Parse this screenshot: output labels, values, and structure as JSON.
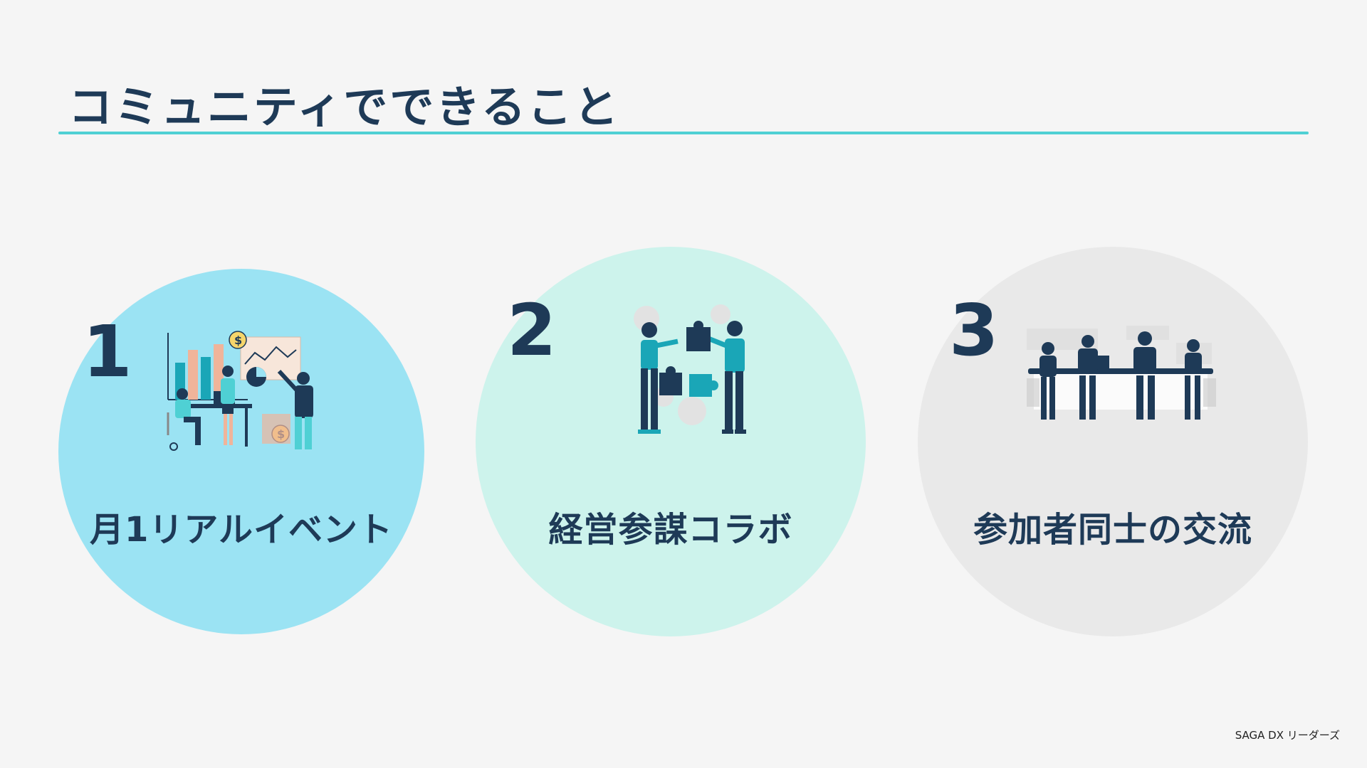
{
  "slide": {
    "title": "コミュニティでできること",
    "footer": "SAGA DX リーダーズ"
  },
  "items": [
    {
      "number": "1",
      "label": "月1リアルイベント",
      "color": "#9be3f3",
      "illustration": "team-meeting-chart-illustration"
    },
    {
      "number": "2",
      "label": "経営参謀コラボ",
      "color": "#cdf3ec",
      "illustration": "puzzle-collaboration-illustration"
    },
    {
      "number": "3",
      "label": "参加者同士の交流",
      "color": "#e9e9e9",
      "illustration": "group-discussion-illustration"
    }
  ],
  "colors": {
    "navy": "#1e3a57",
    "accent": "#4fd0d4",
    "teal": "#1aa6b7",
    "background": "#f5f5f5"
  }
}
